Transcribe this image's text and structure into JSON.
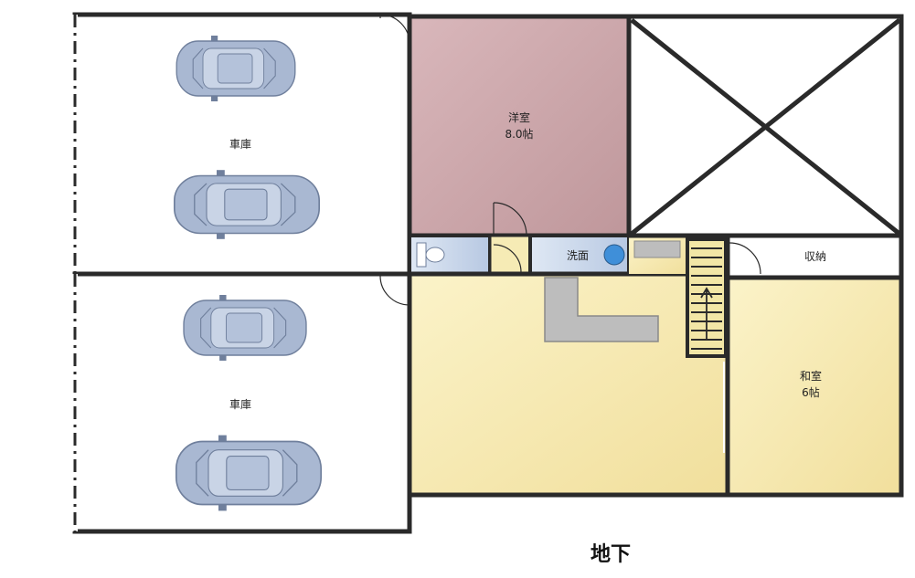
{
  "floor": {
    "name": "地下"
  },
  "rooms": {
    "garage_top": "車庫",
    "garage_bottom": "車庫",
    "western_room_name": "洋室",
    "western_room_size": "8.0帖",
    "washroom": "洗面",
    "storage": "収納",
    "japanese_room_name": "和室",
    "japanese_room_size": "6帖"
  },
  "colors": {
    "wall": "#2a2a2a",
    "western_room": "#c9a3a6",
    "living": "#f6ebb5",
    "wet_area": "#c8d6ea",
    "counter": "#bdbdbd",
    "car_body": "#a9b8d2",
    "stairs": "#f2e6a6"
  }
}
